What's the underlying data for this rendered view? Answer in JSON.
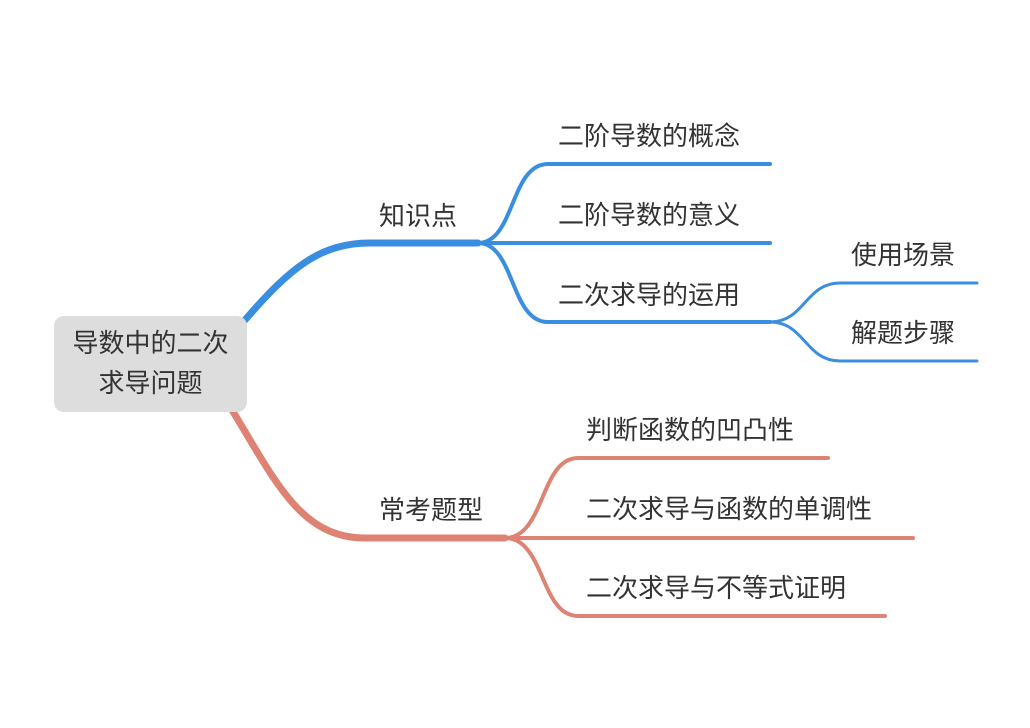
{
  "root": {
    "line1": "导数中的二次",
    "line2": "求导问题"
  },
  "colors": {
    "blue_branch": "#3a8ee0",
    "red_branch": "#de8373",
    "root_fill": "#dddddd",
    "text": "#333333"
  },
  "branches": {
    "knowledge": {
      "label": "知识点",
      "children": [
        {
          "label": "二阶导数的概念"
        },
        {
          "label": "二阶导数的意义"
        },
        {
          "label": "二次求导的运用",
          "children": [
            {
              "label": "使用场景"
            },
            {
              "label": "解题步骤"
            }
          ]
        }
      ]
    },
    "question_types": {
      "label": "常考题型",
      "children": [
        {
          "label": "判断函数的凹凸性"
        },
        {
          "label": "二次求导与函数的单调性"
        },
        {
          "label": "二次求导与不等式证明"
        }
      ]
    }
  }
}
